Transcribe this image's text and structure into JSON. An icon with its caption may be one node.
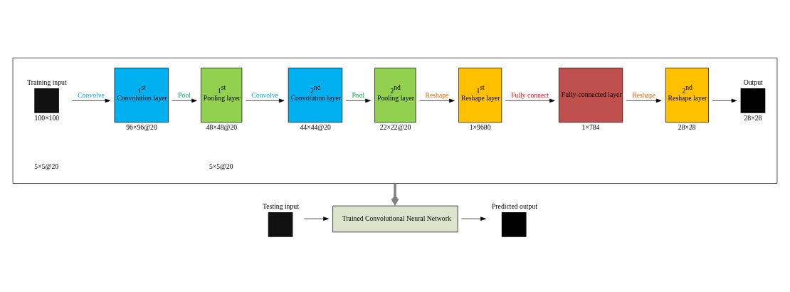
{
  "diagram": {
    "nodes": [
      {
        "text": [],
        "shape": "box"
      },
      {
        "text": [
          "Training input"
        ],
        "beside": [
          "100×100"
        ],
        "in": 0
      },
      {
        "text": [
          "1$^{st}$ Convolution layer"
        ],
        "beside": [
          "96×96@20"
        ],
        "in": 0
      },
      {
        "text": [
          "1$^{st}$ Pooling layer"
        ],
        "beside": [
          "48×48@20"
        ],
        "in": 0
      },
      {
        "text": [
          "2$^{nd}$ Convolution layer"
        ],
        "beside": [
          "44×44@20"
        ],
        "in": 0
      },
      {
        "text": [
          "2$^{nd}$ Pooling layer"
        ],
        "beside": [
          "22×22@20"
        ],
        "in": 0
      },
      {
        "text": [
          "1$^{st}$ Reshape layer"
        ],
        "beside": [
          "1×9680"
        ],
        "in": 0
      },
      {
        "text": [
          "Fully-connected layer"
        ],
        "beside": [
          "1×784"
        ],
        "in": 0
      },
      {
        "text": [
          "2$^{nd}$ Reshape layer"
        ],
        "beside": [
          "28×28"
        ],
        "in": 0
      },
      {
        "text": [
          "Output"
        ],
        "beside": [
          "28×28"
        ],
        "in": 0
      },
      {
        "text": [
          "Testing input"
        ]
      },
      {
        "text": [
          "Trained Convolutional Neural Network"
        ]
      },
      {
        "text": [
          "Predicted output"
        ]
      }
    ],
    "edges": [
      {
        "from": 1,
        "to": 2,
        "arrow": "to",
        "label": "Convolve"
      },
      {
        "from": 2,
        "to": 3,
        "arrow": "to",
        "label": "Pool"
      },
      {
        "from": 3,
        "to": 4,
        "arrow": "to",
        "label": "Convolve"
      },
      {
        "from": 4,
        "to": 5,
        "arrow": "to",
        "label": "Pool"
      },
      {
        "from": 5,
        "to": 6,
        "arrow": "to",
        "label": "Reshape"
      },
      {
        "from": 6,
        "to": 7,
        "arrow": "to",
        "label": "Fully connect"
      },
      {
        "from": 7,
        "to": 8,
        "arrow": "to",
        "label": "Reshape"
      },
      {
        "from": 8,
        "to": 9,
        "arrow": "to"
      },
      {
        "from": 0,
        "to": 11,
        "arrow": "to",
        "style": "thick",
        "color": "#808080"
      },
      {
        "from": 10,
        "to": 11,
        "arrow": "to"
      },
      {
        "from": 11,
        "to": 12,
        "arrow": "to"
      }
    ],
    "labels": [
      "5×5@20",
      "5×5@20"
    ]
  }
}
